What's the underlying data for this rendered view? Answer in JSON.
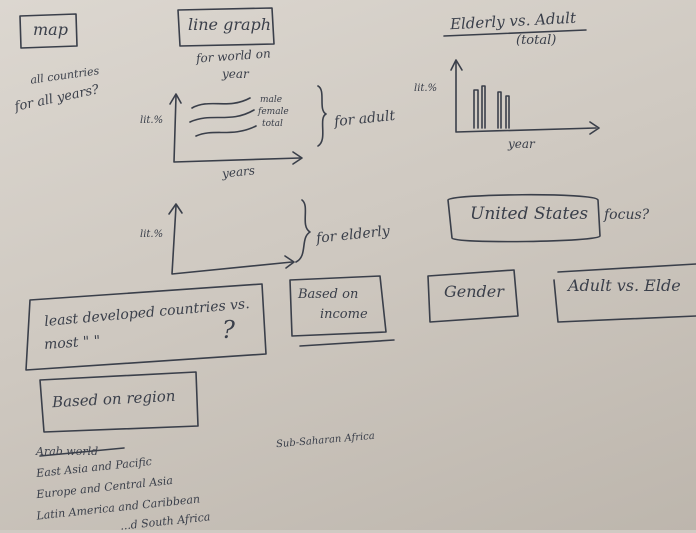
{
  "notes": {
    "map_box": "map",
    "all_countries": "all countries",
    "for_all_years": "for all years?",
    "line_graph_box": "line graph",
    "for_world_on": "for world on",
    "year_a": "year",
    "y_axis_a": "lit.%",
    "legend_male": "male",
    "legend_female": "female",
    "legend_total": "total",
    "x_axis_a": "years",
    "for_adult": "for adult",
    "y_axis_b": "lit.%",
    "for_elderly": "for elderly",
    "elderly_vs_adult": "Elderly vs. Adult",
    "total": "(total)",
    "y_axis_c": "lit.%",
    "x_axis_c": "year",
    "united_states_box": "United States",
    "focus": "focus?",
    "ldc_line1": "least developed countries vs.",
    "ldc_line2": "most  \"  \"",
    "ldc_q": "?",
    "based_on_income_1": "Based on",
    "based_on_income_2": "income",
    "gender_box": "Gender",
    "adult_vs_elderly_box": "Adult vs. Elde",
    "based_on_region_box": "Based on region",
    "region_1": "Arab world",
    "region_2": "East Asia and Pacific",
    "region_3": "Europe and Central Asia",
    "region_4": "Latin America and Caribbean",
    "region_5": "...d South Africa",
    "region_ssa": "Sub-Saharan Africa"
  },
  "colors": {
    "ink": "#3a3f4a",
    "paper": "#d6d1ca"
  }
}
